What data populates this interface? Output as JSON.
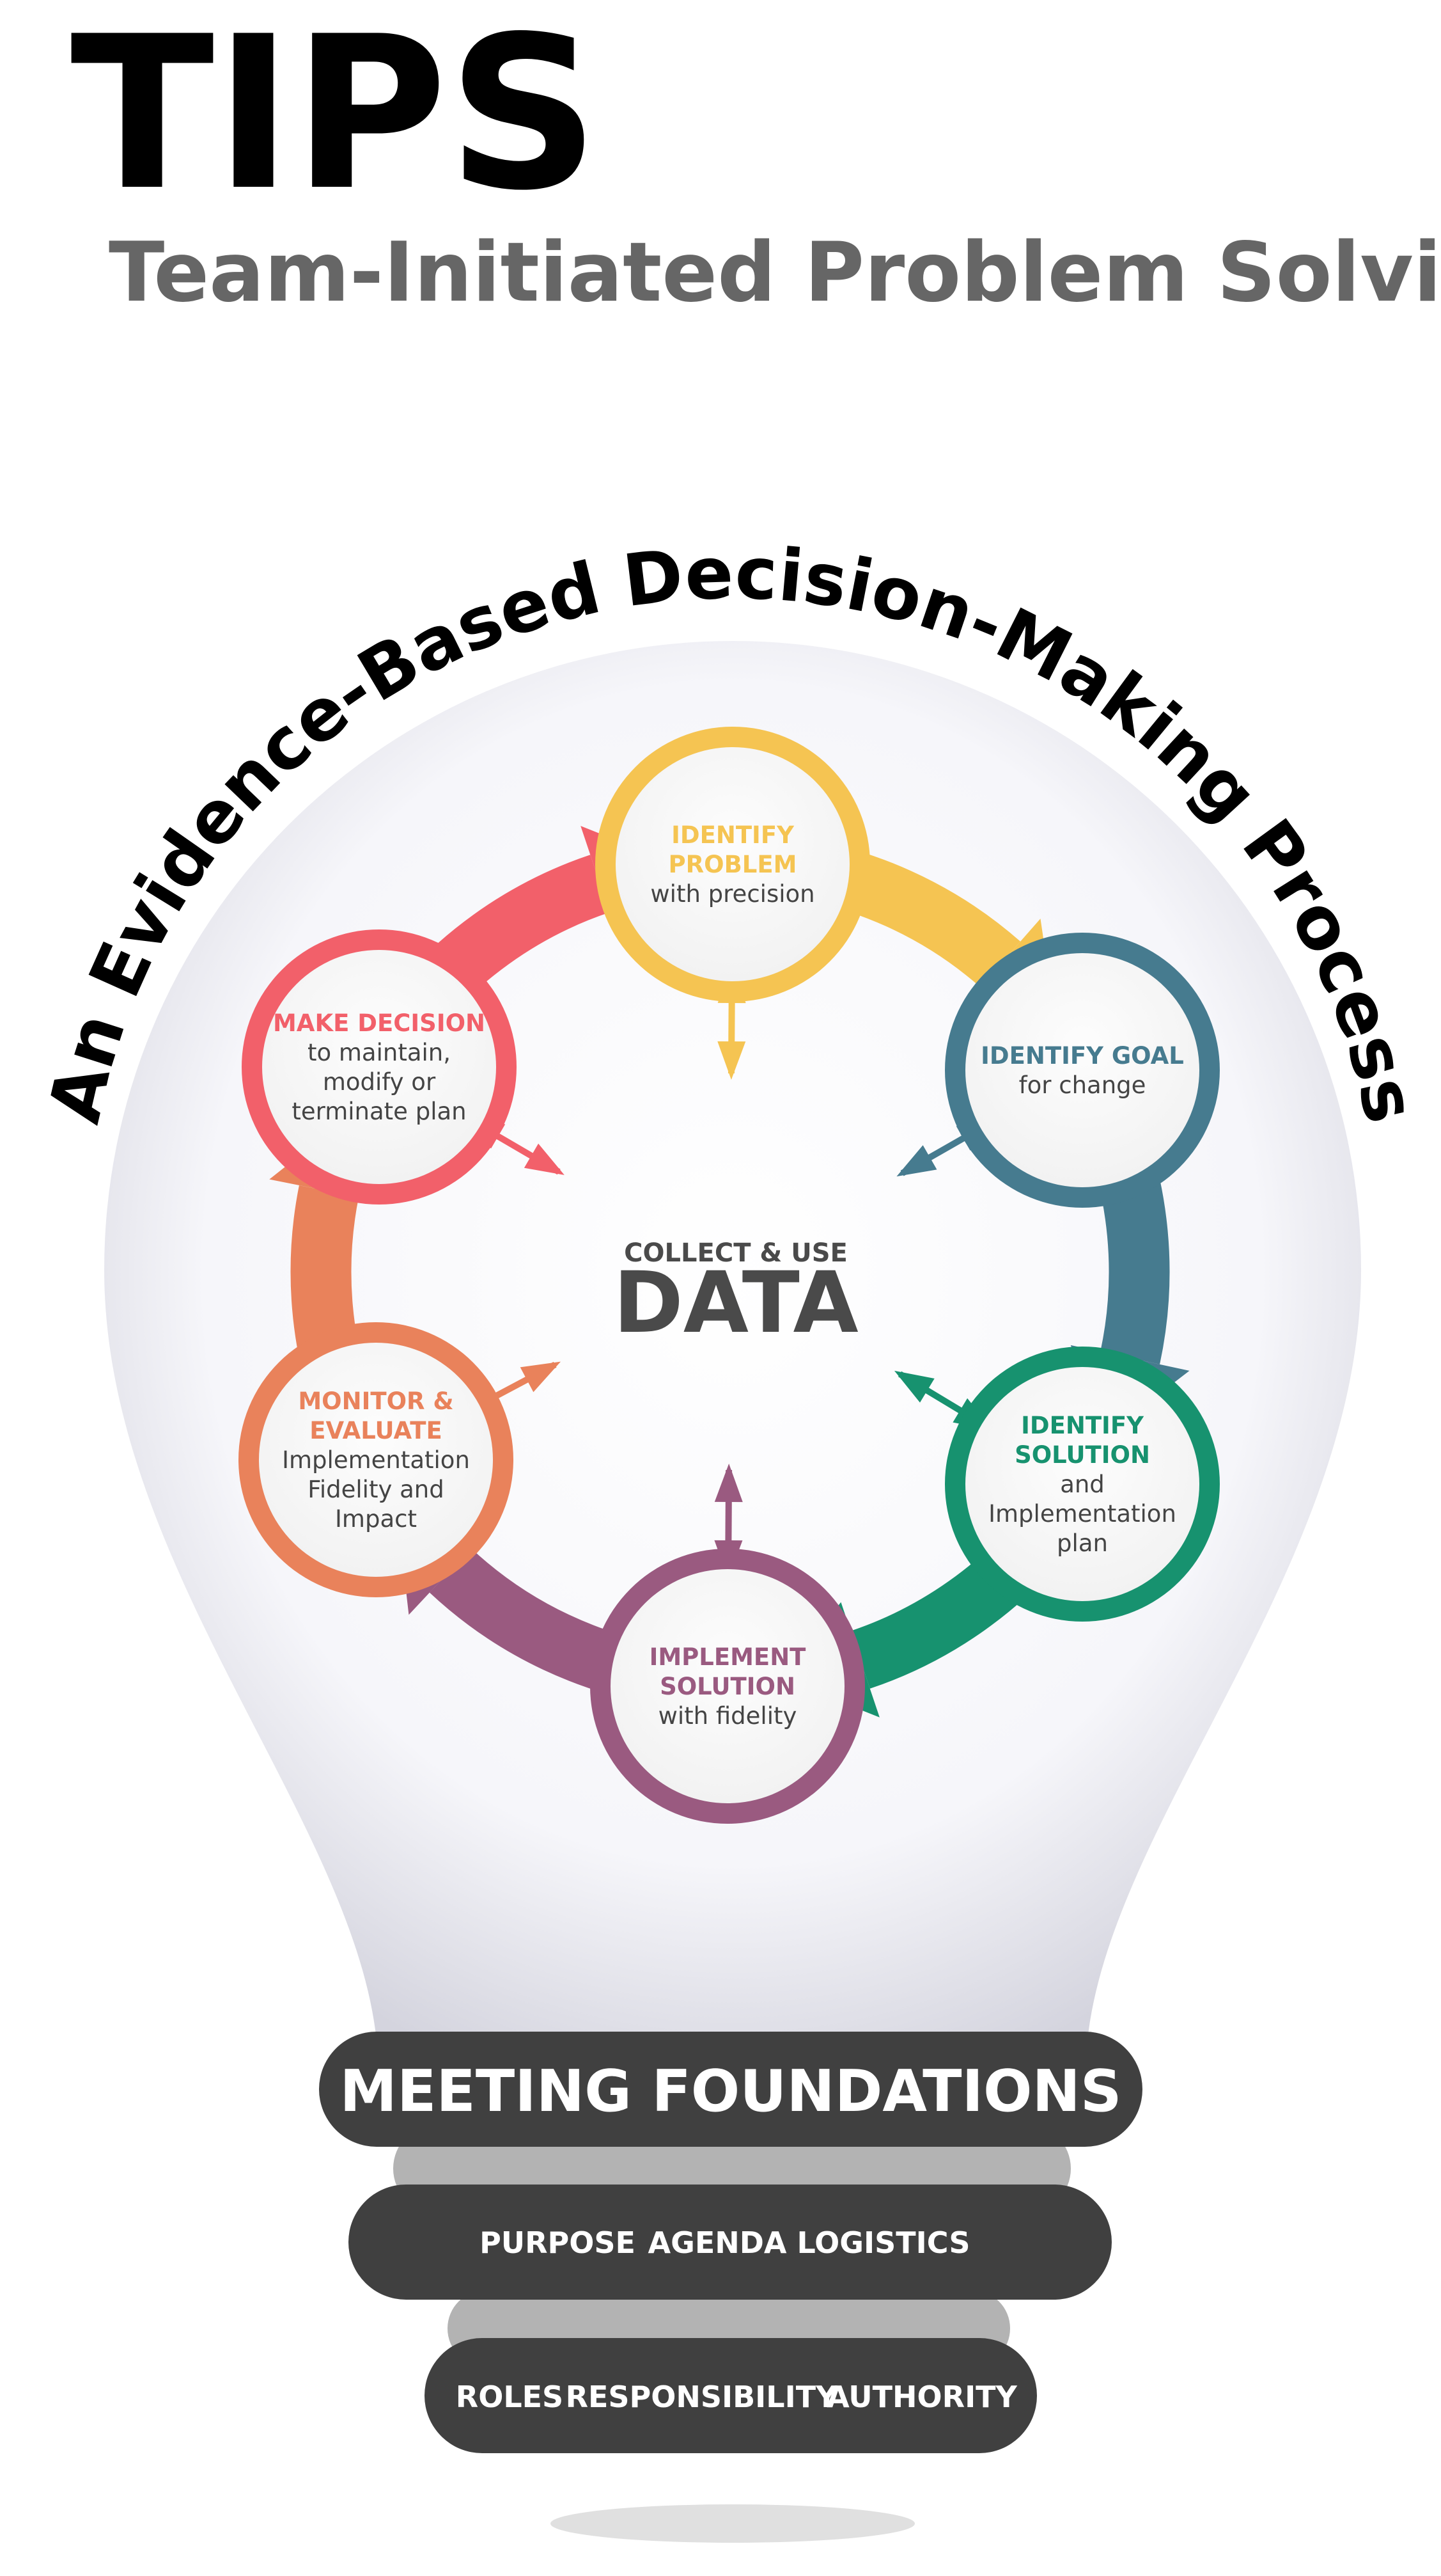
{
  "header": {
    "title": "TIPS",
    "subtitle": "Team-Initiated Problem Solving"
  },
  "arc_heading": "An Evidence-Based Decision-Making Process",
  "center": {
    "label": "COLLECT & USE",
    "big": "DATA",
    "color": "#4a4a4a"
  },
  "steps": [
    {
      "title": [
        "IDENTIFY",
        "PROBLEM"
      ],
      "sub": [
        "with precision"
      ],
      "color": "#f5c452"
    },
    {
      "title": [
        "IDENTIFY GOAL"
      ],
      "sub": [
        "for change"
      ],
      "color": "#467b8f"
    },
    {
      "title": [
        "IDENTIFY",
        "SOLUTION"
      ],
      "sub": [
        "and",
        "Implementation",
        "plan"
      ],
      "color": "#17926f"
    },
    {
      "title": [
        "IMPLEMENT",
        "SOLUTION"
      ],
      "sub": [
        "with fidelity"
      ],
      "color": "#9a5a80"
    },
    {
      "title": [
        "MONITOR &",
        "EVALUATE"
      ],
      "sub": [
        "Implementation",
        "Fidelity and",
        "Impact"
      ],
      "color": "#e9825b"
    },
    {
      "title": [
        "MAKE DECISION"
      ],
      "sub": [
        "to maintain,",
        "modify or",
        "terminate plan"
      ],
      "color": "#f2606a"
    }
  ],
  "foundations": {
    "heading": "MEETING FOUNDATIONS",
    "row1": [
      "PURPOSE",
      "AGENDA",
      "LOGISTICS"
    ],
    "row2": [
      "ROLES",
      "RESPONSIBILITY",
      "AUTHORITY"
    ],
    "pill_color": "#404040",
    "base_color": "#b3b3b3"
  }
}
